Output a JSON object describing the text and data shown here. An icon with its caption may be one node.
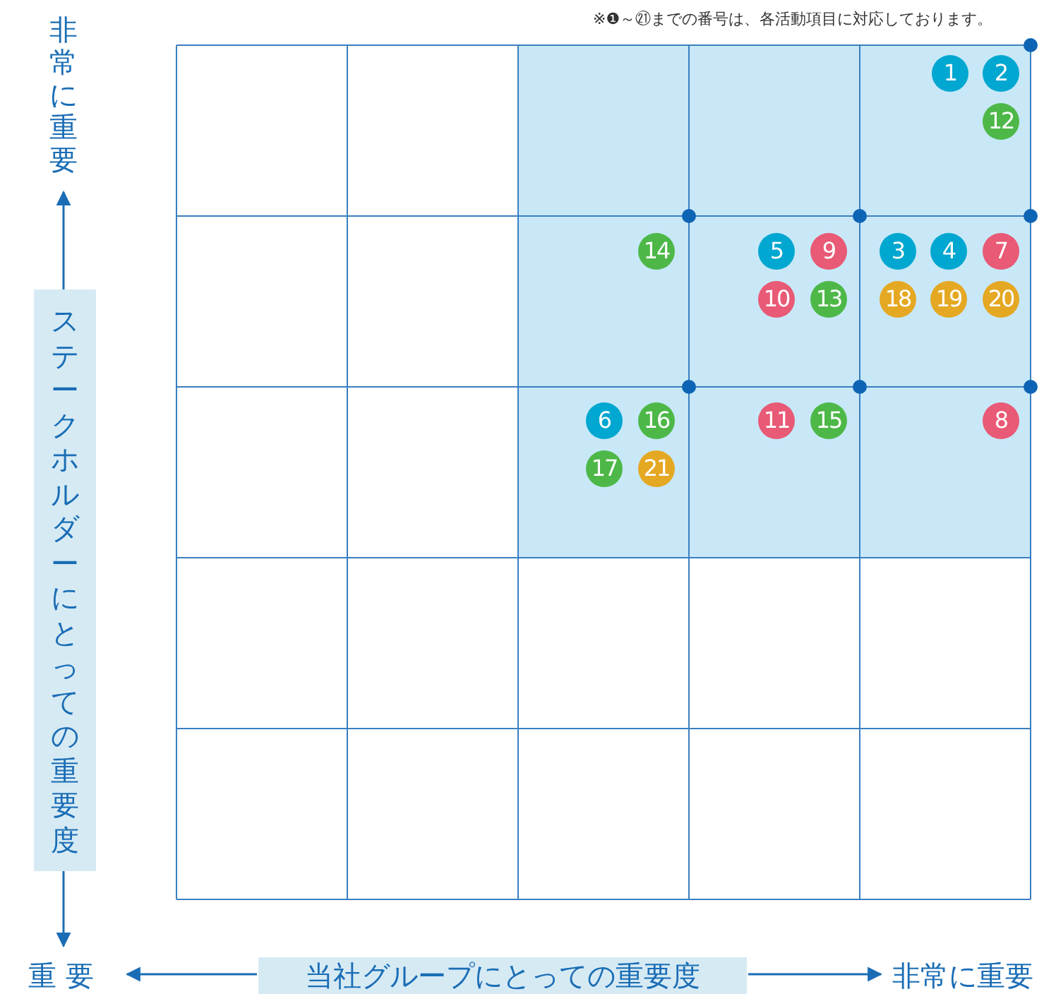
{
  "diagram": {
    "nodes": [
      {
        "text": [
          "1"
        ]
      },
      {
        "text": [
          "2"
        ]
      },
      {
        "text": [
          "12"
        ]
      },
      {
        "text": [
          "14"
        ]
      },
      {
        "text": [
          "5"
        ]
      },
      {
        "text": [
          "9"
        ]
      },
      {
        "text": [
          "3"
        ]
      },
      {
        "text": [
          "4"
        ]
      },
      {
        "text": [
          "7"
        ]
      },
      {
        "text": [
          "10"
        ]
      },
      {
        "text": [
          "13"
        ]
      },
      {
        "text": [
          "18"
        ]
      },
      {
        "text": [
          "19"
        ]
      },
      {
        "text": [
          "20"
        ]
      },
      {
        "text": [
          "6"
        ]
      },
      {
        "text": [
          "16"
        ]
      },
      {
        "text": [
          "11"
        ]
      },
      {
        "text": [
          "15"
        ]
      },
      {
        "text": [
          "8"
        ]
      },
      {
        "text": [
          "17"
        ]
      },
      {
        "text": [
          "21"
        ]
      }
    ],
    "labels": [
      "※❶～㉑までの番号は、各活動項目に対応しております。",
      "非常に重要",
      "ステークホルダーにとっての重要度",
      "重 要",
      "当社グループにとっての重要度",
      "非常に重要"
    ]
  }
}
